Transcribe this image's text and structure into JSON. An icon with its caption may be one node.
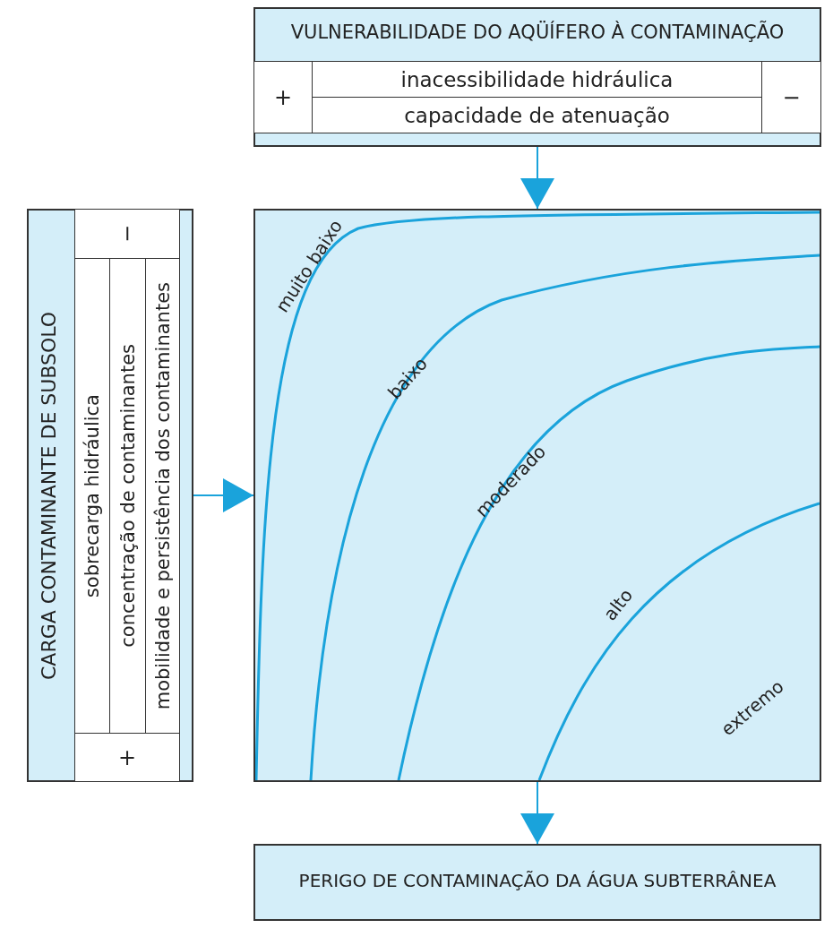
{
  "diagram": {
    "nodes": [
      {
        "text": [
          "VULNERABILIDADE DO AQÜÍFERO À CONTAMINAÇÃO"
        ]
      },
      {
        "text": [
          "+"
        ],
        "in": 0
      },
      {
        "text": [
          "inacessibilidade hidráulica"
        ],
        "in": 0
      },
      {
        "text": [
          "capacidade de atenuação"
        ],
        "in": 0
      },
      {
        "text": [
          "−"
        ],
        "in": 0
      },
      {
        "text": [
          "CARGA CONTAMINANTE DE SUBSOLO"
        ]
      },
      {
        "text": [
          "−"
        ],
        "in": 5
      },
      {
        "text": [
          "sobrecarga hidráulica"
        ],
        "in": 5
      },
      {
        "text": [
          "concentração de contaminantes"
        ],
        "in": 5
      },
      {
        "text": [
          "mobilidade e persistência dos contaminantes"
        ],
        "in": 5
      },
      {
        "text": [
          "+"
        ],
        "in": 5
      },
      {
        "text": [
          "muito baixo",
          "baixo",
          "moderado",
          "alto",
          "extremo"
        ]
      },
      {
        "text": [
          "PERIGO DE CONTAMINAÇÃO DA ÁGUA SUBTERRÂNEA"
        ]
      }
    ],
    "edges": [
      {
        "from": 0,
        "to": 11,
        "arrow": "to"
      },
      {
        "from": 5,
        "to": 11,
        "arrow": "to"
      },
      {
        "from": 11,
        "to": 12,
        "arrow": "to"
      }
    ]
  }
}
